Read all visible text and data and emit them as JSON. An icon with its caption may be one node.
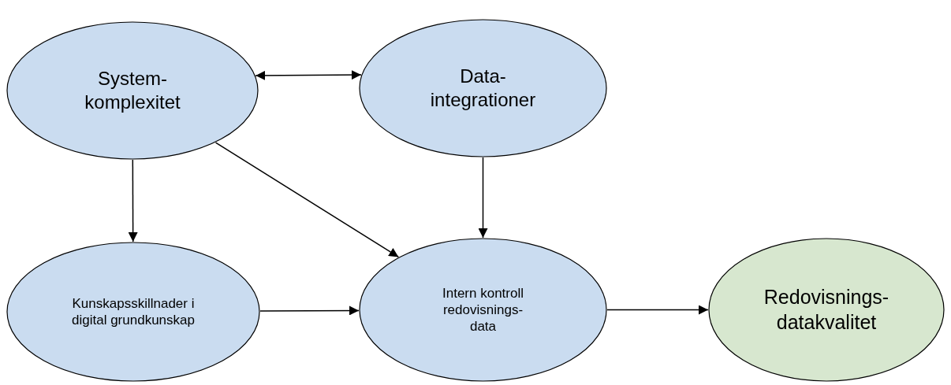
{
  "diagram": {
    "nodes": [
      {
        "text": [
          "System- komplexitet"
        ]
      },
      {
        "text": [
          "Data- integrationer"
        ]
      },
      {
        "text": [
          "Kunskapsskillnader i digital grundkunskap"
        ]
      },
      {
        "text": [
          "Intern kontroll redovisnings- data"
        ]
      },
      {
        "text": [
          "Redovisnings- datakvalitet"
        ]
      }
    ],
    "edges": [
      {
        "from": 0,
        "to": 1,
        "arrow": "both"
      },
      {
        "from": 0,
        "to": 2,
        "arrow": "to"
      },
      {
        "from": 0,
        "to": 3,
        "arrow": "to"
      },
      {
        "from": 1,
        "to": 3,
        "arrow": "to"
      },
      {
        "from": 2,
        "to": 3,
        "arrow": "to"
      },
      {
        "from": 3,
        "to": 4,
        "arrow": "to"
      }
    ]
  }
}
